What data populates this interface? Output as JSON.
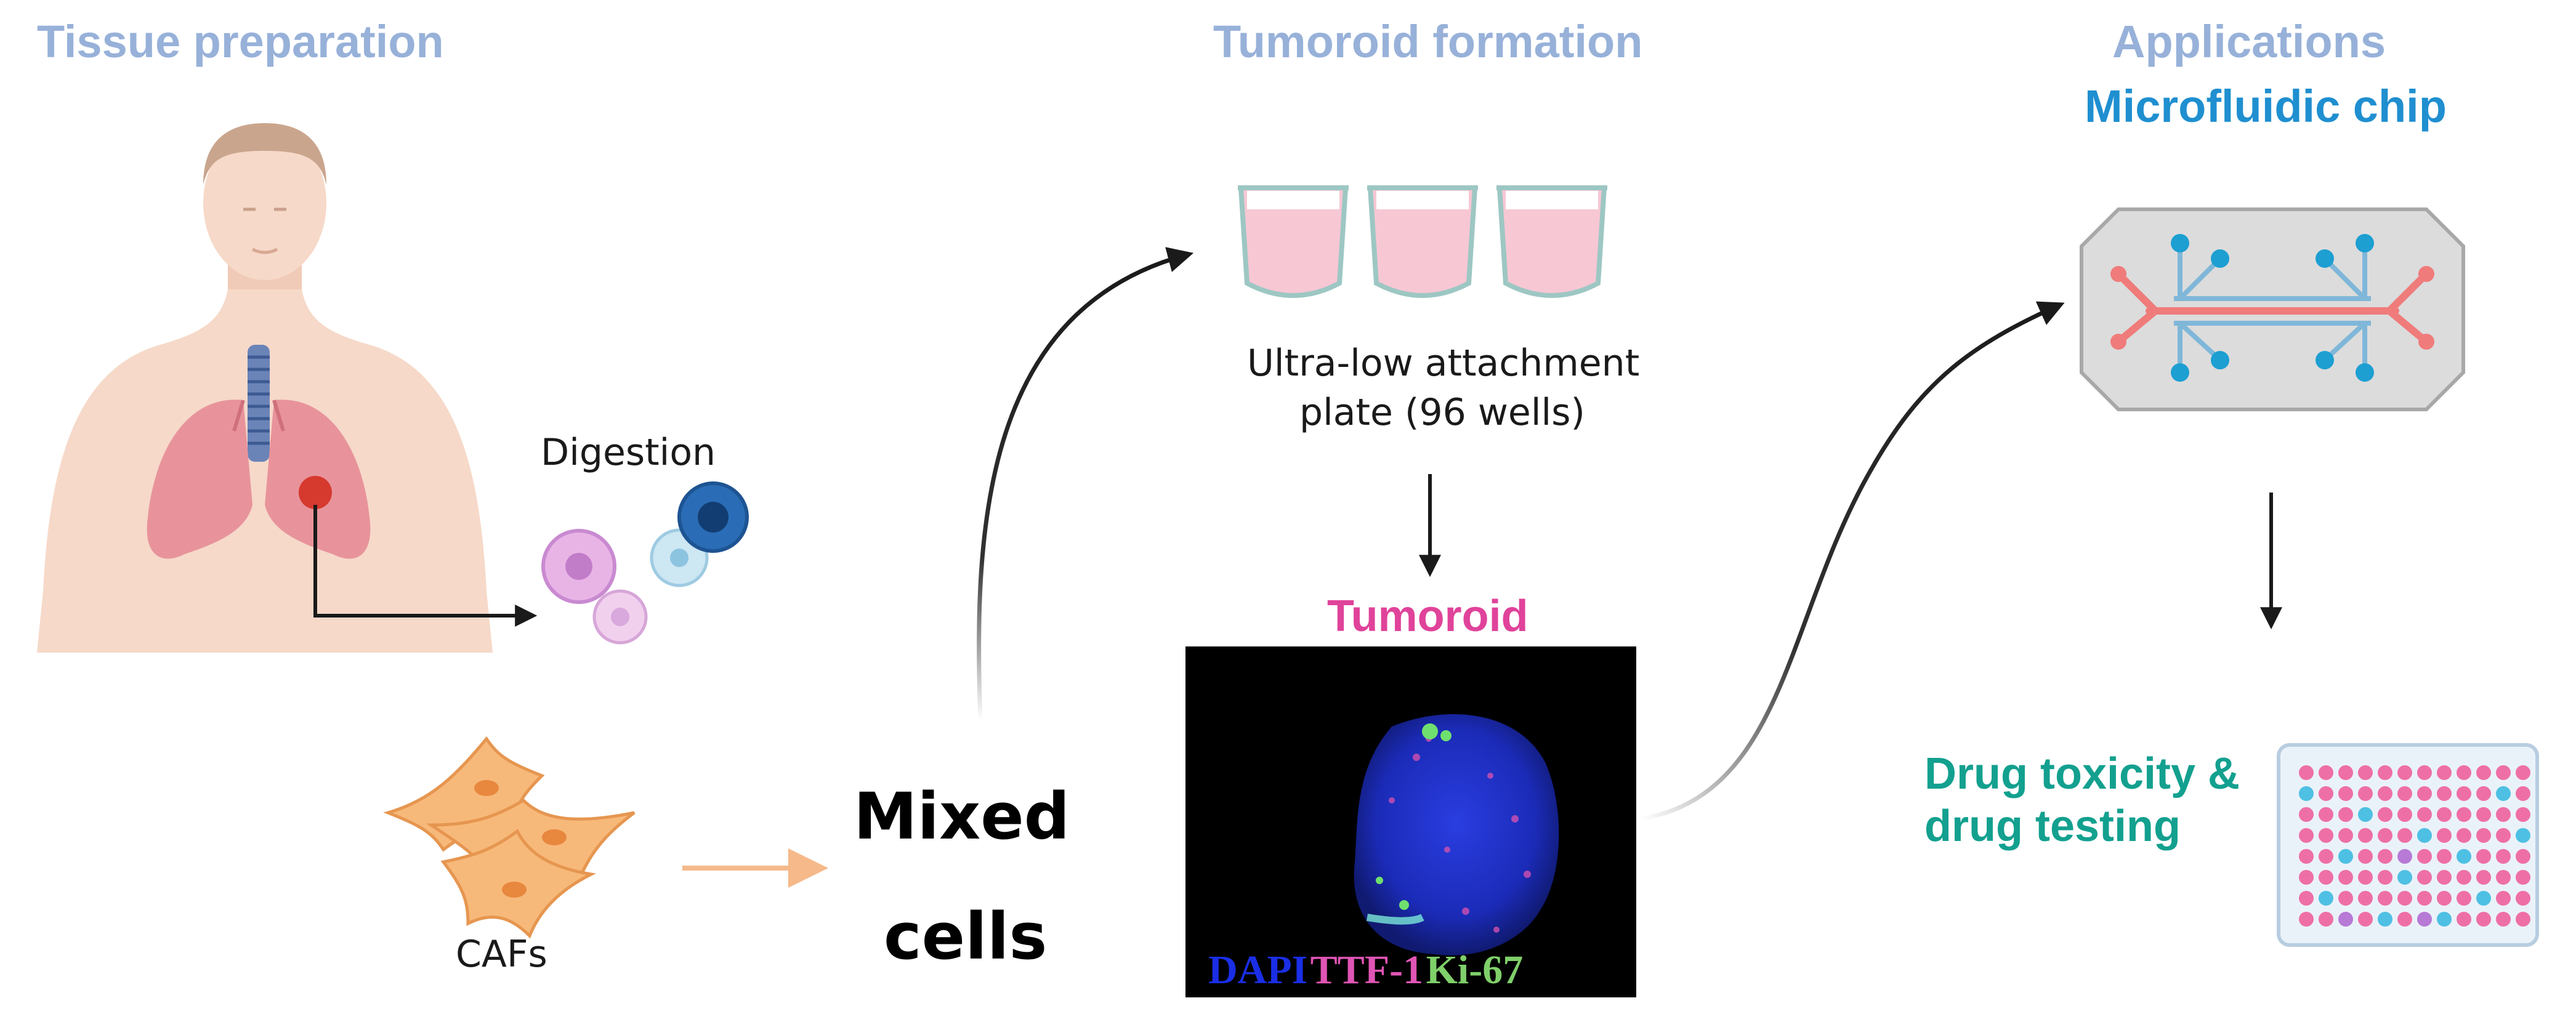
{
  "sections": {
    "tissue_preparation": "Tissue preparation",
    "tumoroid_formation": "Tumoroid formation",
    "applications": "Applications"
  },
  "labels": {
    "digestion": "Digestion",
    "cafs": "CAFs",
    "mixed_cells_line1": "Mixed",
    "mixed_cells_line2": "cells",
    "plate_line1": "Ultra-low attachment",
    "plate_line2": "plate (96 wells)",
    "tumoroid": "Tumoroid",
    "microfluidic_chip": "Microfluidic chip",
    "drug_line1": "Drug toxicity &",
    "drug_line2": "drug testing"
  },
  "stains": {
    "dapi": "DAPI",
    "ttf1": "TTF-1",
    "ki67": "Ki-67"
  },
  "colors": {
    "section_title": "#97b1d9",
    "chip_title": "#1f8fd0",
    "tumoroid_title": "#e0439a",
    "drug_title": "#13a08f",
    "dapi": "#1a2ee6",
    "ttf1": "#e055b5",
    "ki67": "#7fcf6a",
    "caf_arrow": "#f5b98a"
  }
}
